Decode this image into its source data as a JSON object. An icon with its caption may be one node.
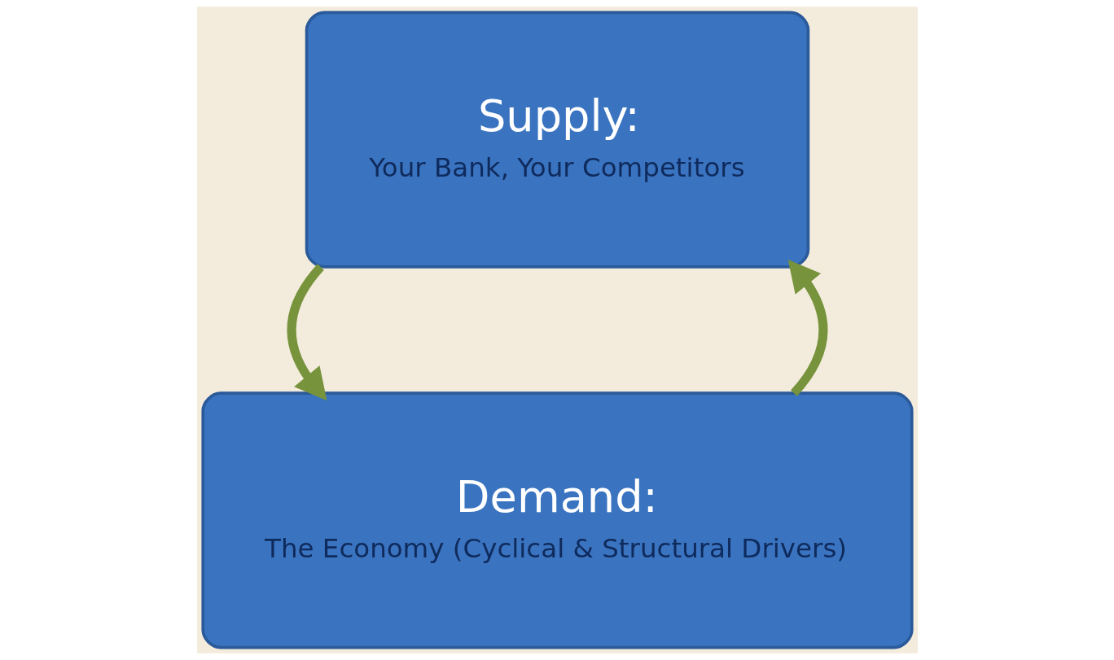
{
  "diagram": {
    "nodes": [
      {
        "text": [
          "Demand:",
          "The Economy (Cyclical & Structural Drivers)"
        ]
      },
      {
        "text": [
          "Supply:",
          "Your Bank, Your Competitors"
        ]
      }
    ],
    "edges": [
      {
        "from": 0,
        "to": 1,
        "arrow": "to"
      },
      {
        "from": 1,
        "to": 0,
        "arrow": "to"
      }
    ]
  }
}
